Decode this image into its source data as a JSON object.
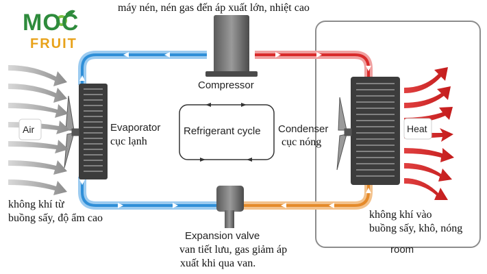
{
  "logo": {
    "line1": "MOC",
    "line2": "FRUIT"
  },
  "labels": {
    "compressor_note": "máy nén, nén gas đến áp xuất lớn, nhiệt cao",
    "compressor": "Compressor",
    "evaporator": "Evaporator",
    "evaporator_vi": "cục lạnh",
    "cycle": "Refrigerant cycle",
    "condenser": "Condenser",
    "condenser_vi": "cục nóng",
    "air": "Air",
    "heat": "Heat",
    "intake_line1": "không khí từ",
    "intake_line2": "buồng sấy, độ ẩm cao",
    "outlet_line1": "không khí vào",
    "outlet_line2": "buồng sấy, khô, nóng",
    "room": "room",
    "valve": "Expansion valve",
    "valve_vi_line1": "van tiết lưu, gas giảm áp",
    "valve_vi_line2": "xuất khi qua van."
  },
  "colors": {
    "cold_pipe": "#2f8fd8",
    "hot_pipe": "#d92b2b",
    "warm_pipe": "#e58a2a",
    "logo_green": "#2e8b3c",
    "logo_orange": "#e8a21a"
  }
}
